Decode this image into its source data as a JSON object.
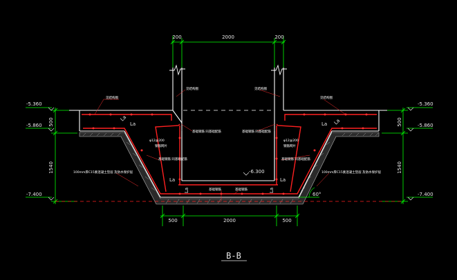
{
  "section_title": "B-B",
  "dimensions": {
    "top": [
      "200",
      "2000",
      "200"
    ],
    "bottom": [
      "500",
      "2000",
      "500"
    ],
    "left": [
      "500",
      "1540"
    ],
    "right": [
      "500",
      "1540"
    ]
  },
  "elevations": {
    "top_left": "-5.360",
    "mid_left": "-5.860",
    "bottom_left": "-7.400",
    "top_right": "-5.360",
    "mid_right": "-5.860",
    "bottom_right": "-7.400",
    "pit_floor": "-6.300"
  },
  "angle": "60°",
  "lap_label": "La",
  "bar_callout": "φ12@200",
  "annotations": [
    "见结构图",
    "见结构图",
    "见结构图",
    "见结构图",
    "基础钢筋 同基础配筋",
    "基础钢筋 同基础配筋",
    "钢筋网片",
    "钢筋网片",
    "基础钢筋 同基础配筋",
    "基础钢筋 同基础配筋",
    "100mm厚C15素混凝土垫层 及防水保护层",
    "100mm厚C15素混凝土垫层 及防水保护层",
    "基础钢筋",
    "基础钢筋"
  ],
  "colors": {
    "background": "#000000",
    "dimension": "#00ff00",
    "concrete": "#ffffff",
    "rebar": "#ff2020",
    "text": "#ffffff",
    "leader": "#ff3030"
  }
}
